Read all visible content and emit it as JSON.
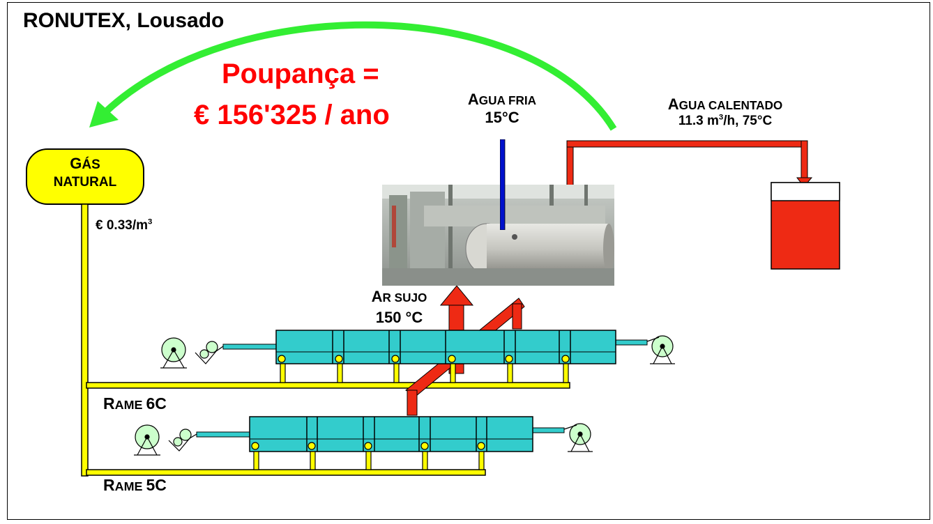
{
  "title": "RONUTEX, Lousado",
  "saving": {
    "line1": "Poupança =",
    "line2": "€ 156'325 / ano"
  },
  "cold_water": {
    "name_initial": "A",
    "name_rest": "GUA FRIA",
    "temp": "15°C"
  },
  "hot_water": {
    "name_initial": "A",
    "name_rest": "GUA CALENTADO",
    "flow": "11.3 m",
    "flow_exp": "3",
    "flow_rest": "/h, 75°C"
  },
  "gas": {
    "line1_initial": "G",
    "line1_rest": "ÁS",
    "line2": "NATURAL",
    "price": "€ 0.33/m",
    "price_exp": "3"
  },
  "dirty_air": {
    "name_initial": "A",
    "name_rest": "R SUJO",
    "temp": "150 °C"
  },
  "machines": [
    {
      "initial": "R",
      "rest": "AME ",
      "code": "6C"
    },
    {
      "initial": "R",
      "rest": "AME ",
      "code": "5C"
    }
  ],
  "colors": {
    "gas_pipe": "#ffff00",
    "saving_arrow": "#33ee33",
    "saving_text": "#ff0000",
    "hot_pipe": "#ee2a14",
    "cold_pipe": "#0011cc",
    "machine_body": "#33cccc",
    "reel": "#ccffcc"
  }
}
